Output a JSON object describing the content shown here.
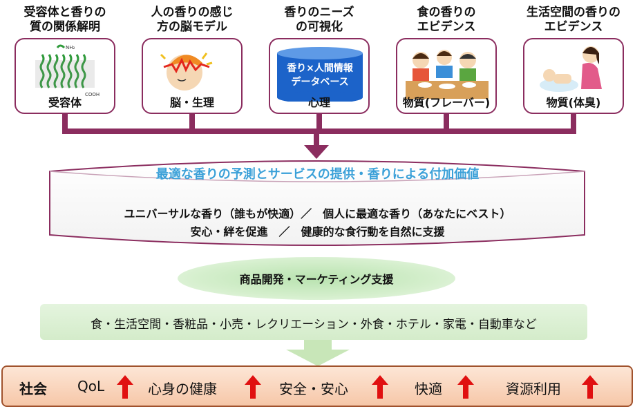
{
  "top": {
    "items": [
      {
        "title": "受容体と香りの\n質の関係解明",
        "label": "受容体",
        "icon": "receptor-protein-icon"
      },
      {
        "title": "人の香りの感じ\n方の脳モデル",
        "label": "脳・生理",
        "icon": "brain-head-icon"
      },
      {
        "title": "香りのニーズ\nの可視化",
        "label": "心理",
        "icon": "database-icon",
        "db_text": "香り×人間情報\nデータベース"
      },
      {
        "title": "食の香りの\nエビデンス",
        "label": "物質(フレーバー)",
        "icon": "family-meal-icon"
      },
      {
        "title": "生活空間の香りの\nエビデンス",
        "label": "物質(体臭)",
        "icon": "mother-baby-icon"
      }
    ],
    "receptor_labels": {
      "nh2": "NH₂",
      "cooh": "COOH"
    }
  },
  "band": {
    "title": "最適な香りの予測とサービスの提供・香りによる付加価値",
    "line1": "ユニバーサルな香り（誰もが快適）／　個人に最適な香り（あなたにベスト）",
    "line2": "安心・絆を促進　／　健康的な食行動を自然に支援"
  },
  "ellipse": {
    "text": "商品開発・マーケティング支援"
  },
  "industry": {
    "text": "食・生活空間・香粧品・小売・レクリエーション・外食・ホテル・家電・自動車など"
  },
  "society": {
    "label": "社会",
    "items": [
      "QoL",
      "心身の健康",
      "安全・安心",
      "快適",
      "資源利用"
    ]
  },
  "colors": {
    "connector": "#8b2d5f",
    "band_title": "#3aa0d8",
    "arrow": "#e01010",
    "db_blue": "#1c63c9"
  }
}
